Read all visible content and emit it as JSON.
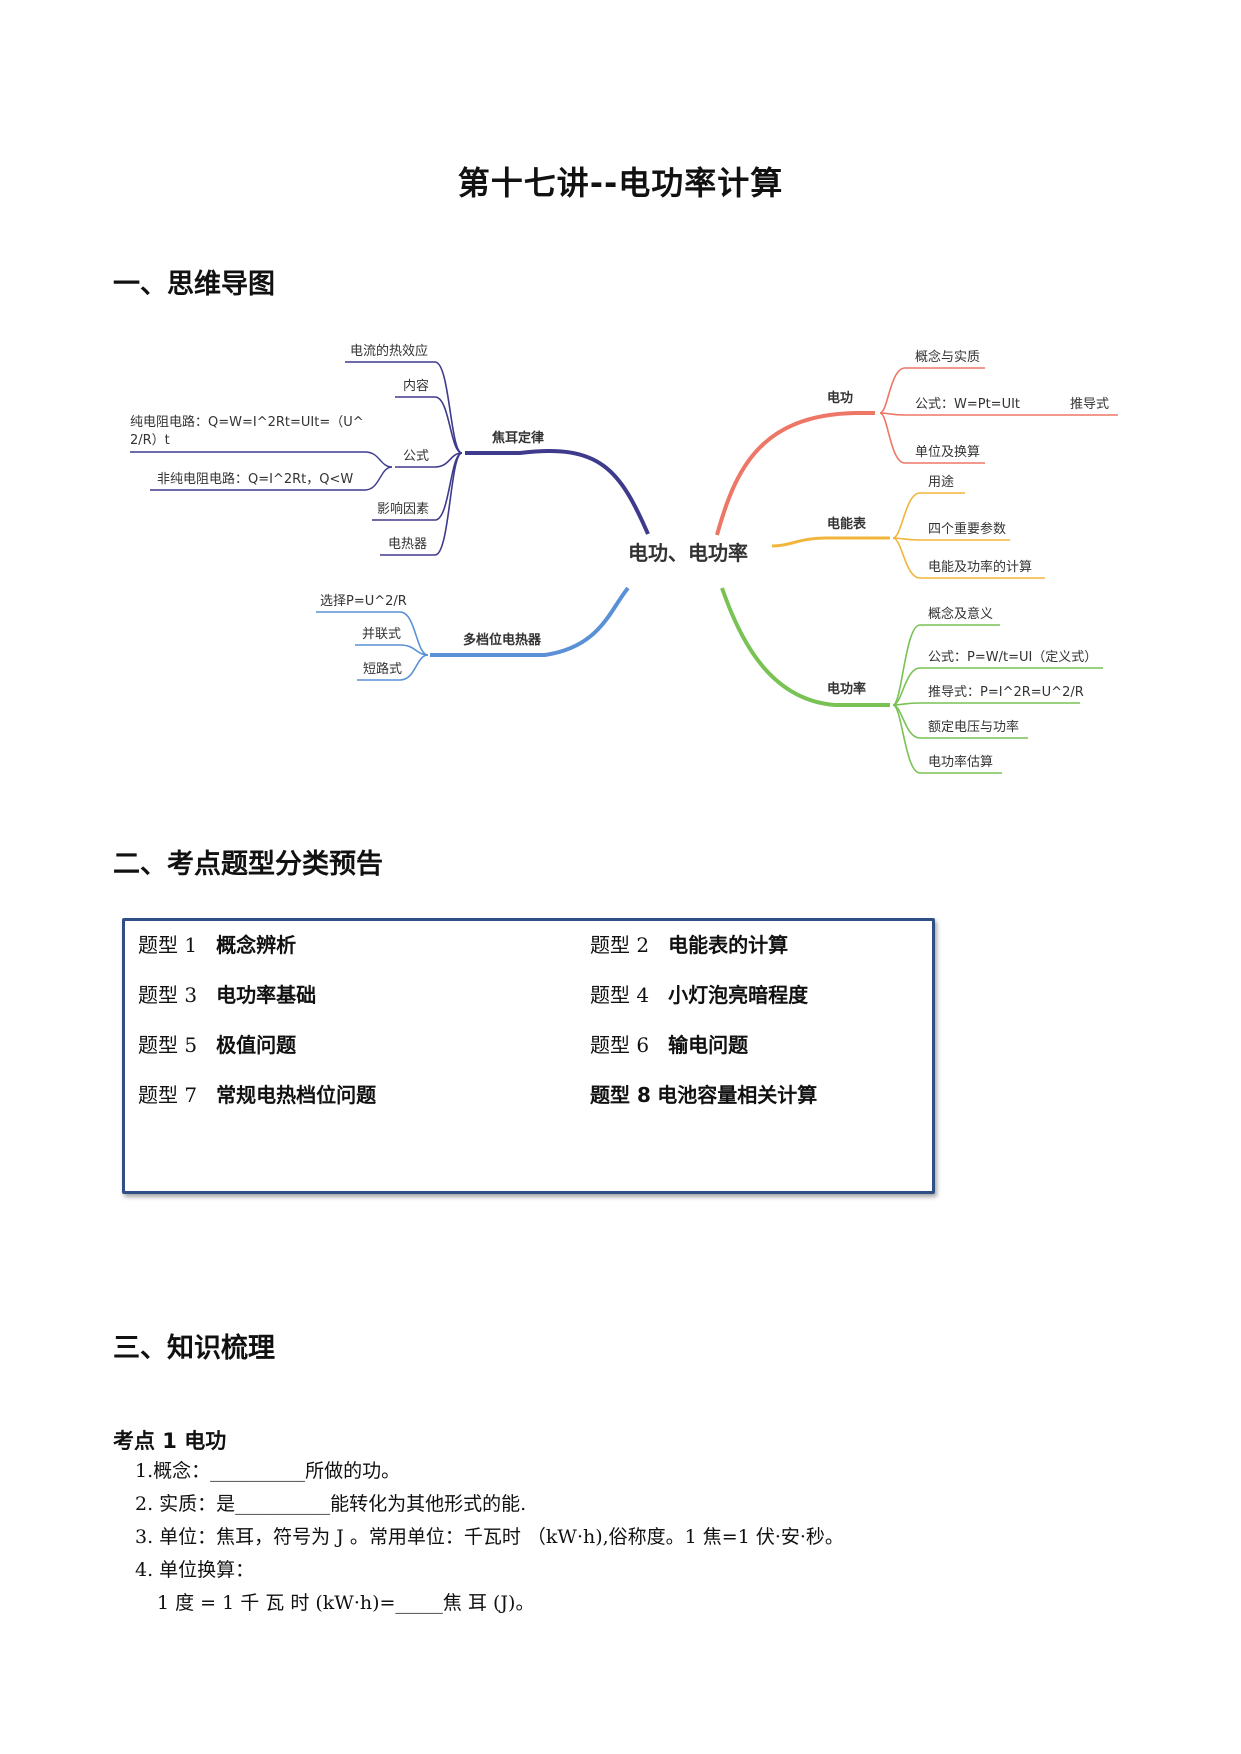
{
  "title": "第十七讲--电功率计算",
  "sections": {
    "s1": "一、思维导图",
    "s2": "二、考点题型分类预告",
    "s3": "三、知识梳理"
  },
  "mindmap": {
    "center": "电功、电功率",
    "colors": {
      "dianGong": "#ee7666",
      "dianNengBiao": "#f2b53b",
      "dianGongLv": "#79c254",
      "jiaoEr": "#3e3a8c",
      "duoDang": "#5a91d6"
    },
    "dianGong": {
      "label": "电功",
      "items": [
        "概念与实质",
        "公式：W=Pt=UIt",
        "单位及换算"
      ],
      "extra": "推导式"
    },
    "dianNengBiao": {
      "label": "电能表",
      "items": [
        "用途",
        "四个重要参数",
        "电能及功率的计算"
      ]
    },
    "dianGongLv": {
      "label": "电功率",
      "items": [
        "概念及意义",
        "公式：P=W/t=UI（定义式）",
        "推导式：P=I^2R=U^2/R",
        "额定电压与功率",
        "电功率估算"
      ]
    },
    "jiaoEr": {
      "label": "焦耳定律",
      "items": [
        "电流的热效应",
        "内容",
        "公式",
        "影响因素",
        "电热器"
      ],
      "pure_line1": "纯电阻电路：Q=W=I^2Rt=UIt=（U^",
      "pure_line2": "2/R）t",
      "nonpure": "非纯电阻电路：Q=I^2Rt，Q<W"
    },
    "duoDang": {
      "label": "多档位电热器",
      "items": [
        "选择P=U^2/R",
        "并联式",
        "短路式"
      ]
    }
  },
  "question_types": [
    {
      "tag": "题型 1",
      "name": "概念辨析"
    },
    {
      "tag": "题型 2",
      "name": "电能表的计算"
    },
    {
      "tag": "题型 3",
      "name": "电功率基础"
    },
    {
      "tag": "题型 4",
      "name": "小灯泡亮暗程度"
    },
    {
      "tag": "题型 5",
      "name": "极值问题"
    },
    {
      "tag": "题型 6",
      "name": "输电问题"
    },
    {
      "tag": "题型 7",
      "name": "常规电热档位问题"
    },
    {
      "tag": "题型 8",
      "name": "电池容量相关计算"
    }
  ],
  "knowledge": {
    "point1_title": "考点 1 电功",
    "lines": [
      "1.概念：__________所做的功。",
      "2. 实质：是__________能转化为其他形式的能.",
      "3. 单位：焦耳，符号为 J 。常用单位：千瓦时 （kW·h),俗称度。1 焦=1 伏·安·秒。",
      "4. 单位换算：",
      "1 度  = 1 千  瓦  时  (kW·h)=_____焦  耳  (J)。"
    ]
  }
}
